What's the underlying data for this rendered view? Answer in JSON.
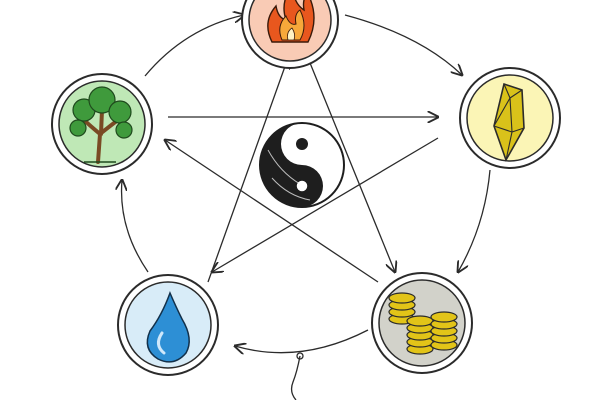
{
  "diagram": {
    "nodes": [
      {
        "id": "fire",
        "icon": "flame-icon",
        "fill": "#f9cbb5"
      },
      {
        "id": "earth",
        "icon": "crystal-icon",
        "fill": "#fbf5b6"
      },
      {
        "id": "metal",
        "icon": "coins-icon",
        "fill": "#d2d2ca"
      },
      {
        "id": "water",
        "icon": "droplet-icon",
        "fill": "#d8ecf8"
      },
      {
        "id": "wood",
        "icon": "tree-icon",
        "fill": "#bfe8b6"
      }
    ],
    "center_icon": "yin-yang-icon",
    "generating_cycle": [
      [
        "fire",
        "earth"
      ],
      [
        "earth",
        "metal"
      ],
      [
        "metal",
        "water"
      ],
      [
        "water",
        "wood"
      ],
      [
        "wood",
        "fire"
      ]
    ],
    "controlling_cycle": [
      [
        "fire",
        "metal"
      ],
      [
        "metal",
        "wood"
      ],
      [
        "wood",
        "earth"
      ],
      [
        "earth",
        "water"
      ],
      [
        "water",
        "fire"
      ]
    ],
    "colors": {
      "stroke": "#2b2b2b",
      "flame": "#e8571e",
      "flame_inner": "#f7a83a",
      "crystal": "#d9c21a",
      "coin": "#e2c418",
      "water": "#2d8fd5",
      "tree_leaf": "#3f9a3c",
      "tree_trunk": "#7a4a24"
    }
  }
}
